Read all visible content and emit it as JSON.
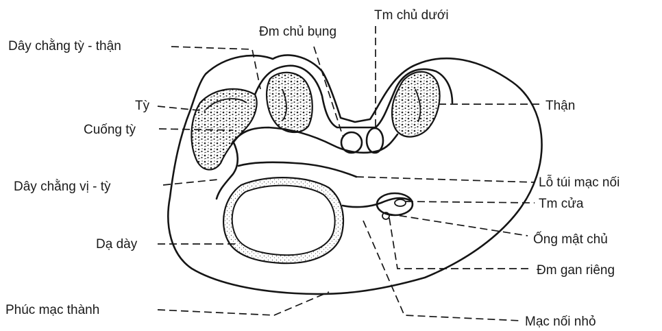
{
  "labels": {
    "day_chang_ty_than": "Dây chằng tỳ - thận",
    "dm_chu_bung": "Đm chủ bụng",
    "tm_chu_duoi": "Tm chủ dưới",
    "ty": "Tỳ",
    "cuong_ty": "Cuống tỳ",
    "than": "Thận",
    "day_chang_vi_ty": "Dây chằng vị - tỳ",
    "lo_tui_mac_noi": "Lỗ túi mạc nối",
    "tm_cua": "Tm cửa",
    "ong_mat_chu": "Ống mật chủ",
    "da_day": "Dạ dày",
    "dm_gan_rieng": "Đm gan riêng",
    "phuc_mac_thanh": "Phúc mạc thành",
    "mac_noi_nho": "Mạc nối nhỏ"
  },
  "colors": {
    "ink": "#151515",
    "background": "#ffffff"
  }
}
